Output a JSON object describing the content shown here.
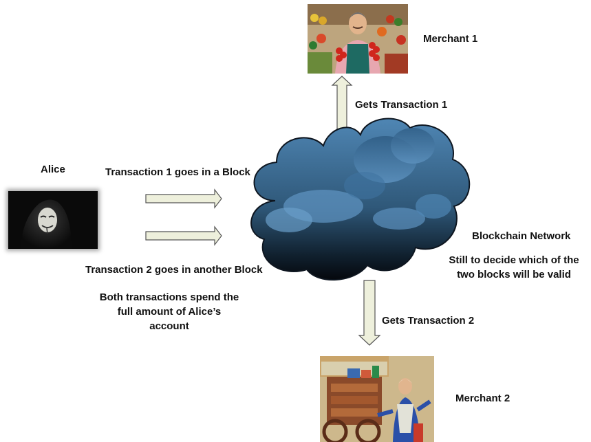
{
  "labels": {
    "alice": "Alice",
    "merchant1": "Merchant 1",
    "merchant2": "Merchant 2",
    "tx1_block": "Transaction 1 goes in a Block",
    "tx2_block": "Transaction 2 goes in another Block",
    "gets_tx1": "Gets Transaction 1",
    "gets_tx2": "Gets Transaction 2",
    "network": "Blockchain Network",
    "undecided_line1": "Still to decide which of the",
    "undecided_line2": "two blocks will be valid",
    "spend_line1": "Both transactions spend the",
    "spend_line2": "full amount of Alice’s",
    "spend_line3": "account"
  },
  "colors": {
    "arrow_fill": "#eef0dc",
    "arrow_stroke": "#555555",
    "cloud_top": "#4f86b4",
    "cloud_bottom": "#05080d",
    "cloud_stroke": "#0e1620"
  }
}
